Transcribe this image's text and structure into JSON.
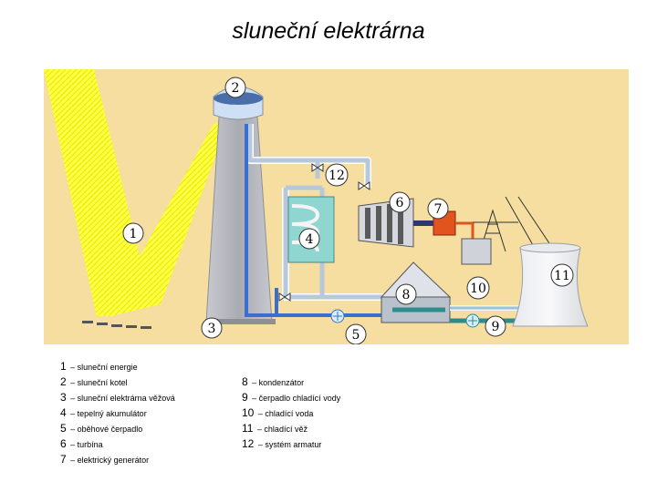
{
  "title": "sluneční elektrárna",
  "callouts": [
    "1",
    "2",
    "3",
    "4",
    "5",
    "6",
    "7",
    "8",
    "9",
    "10",
    "11",
    "12"
  ],
  "legend_left": [
    {
      "num": "1",
      "text": "– sluneční energie"
    },
    {
      "num": "2",
      "text": "– sluneční kotel"
    },
    {
      "num": "3",
      "text": "– sluneční elektrárna věžová"
    },
    {
      "num": "4",
      "text": "– tepelný akumulátor"
    },
    {
      "num": "5",
      "text": "– oběhové čerpadlo"
    },
    {
      "num": "6",
      "text": "– turbína"
    },
    {
      "num": "7",
      "text": "– elektrický generátor"
    }
  ],
  "legend_right": [
    {
      "num": "8",
      "text": "– kondenzátor"
    },
    {
      "num": "9",
      "text": "– čerpadlo chladící vody"
    },
    {
      "num": "10",
      "text": "– chladící voda"
    },
    {
      "num": "11",
      "text": "– chladící věž"
    },
    {
      "num": "12",
      "text": "– systém armatur"
    }
  ],
  "colors": {
    "background": "#f5dea0",
    "sun_rays": "#ffff33",
    "pipe_hot": "#b8c8dc",
    "pipe_cold": "#3a6fd0",
    "tower": "#b7b9c0",
    "accumulator": "#8fd6d0",
    "generator": "#e2541e"
  }
}
